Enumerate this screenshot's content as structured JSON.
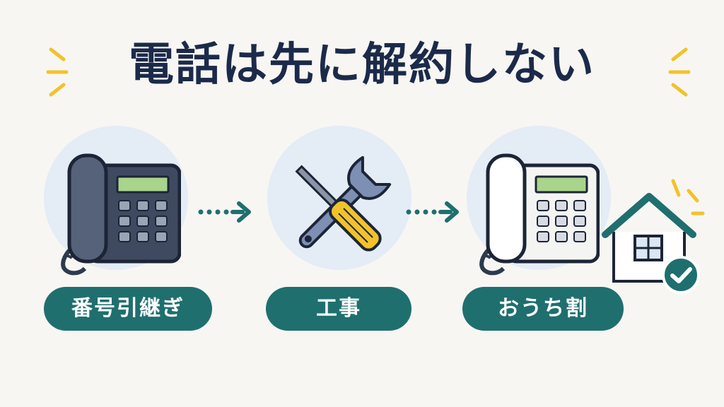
{
  "title": "電話は先に解約しない",
  "steps": [
    {
      "label": "番号引継ぎ",
      "icon": "phone-icon"
    },
    {
      "label": "工事",
      "icon": "tools-icon"
    },
    {
      "label": "おうち割",
      "icon": "phone-white-icon"
    }
  ],
  "extra_icons": [
    "house-icon",
    "check-icon",
    "arrow-right-icon"
  ],
  "colors": {
    "title": "#1c2a4a",
    "pill": "#1f6f6f",
    "arrow": "#1f6f6f",
    "circle": "#e4ecf6",
    "spark": "#f2c22a",
    "screen": "#a9d48c"
  }
}
